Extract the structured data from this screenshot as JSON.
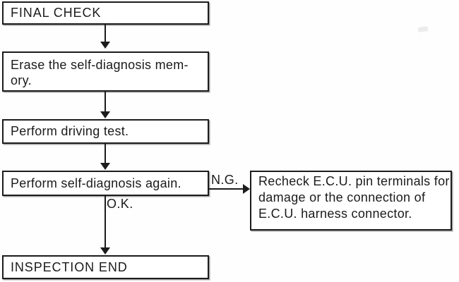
{
  "flowchart": {
    "start": {
      "label": "FINAL CHECK"
    },
    "erase_memory": {
      "line1": "Erase the self-diagnosis mem-",
      "line2": "ory."
    },
    "driving_test": {
      "label": "Perform driving test."
    },
    "self_diagnosis": {
      "label": "Perform self-diagnosis again."
    },
    "branch": {
      "ng_label": "N.G.",
      "ok_label": "O.K."
    },
    "recheck_ecu": {
      "line1": "Recheck E.C.U. pin terminals for",
      "line2": "damage or the connection of",
      "line3": "E.C.U. harness connector."
    },
    "end": {
      "label": "INSPECTION END"
    }
  }
}
